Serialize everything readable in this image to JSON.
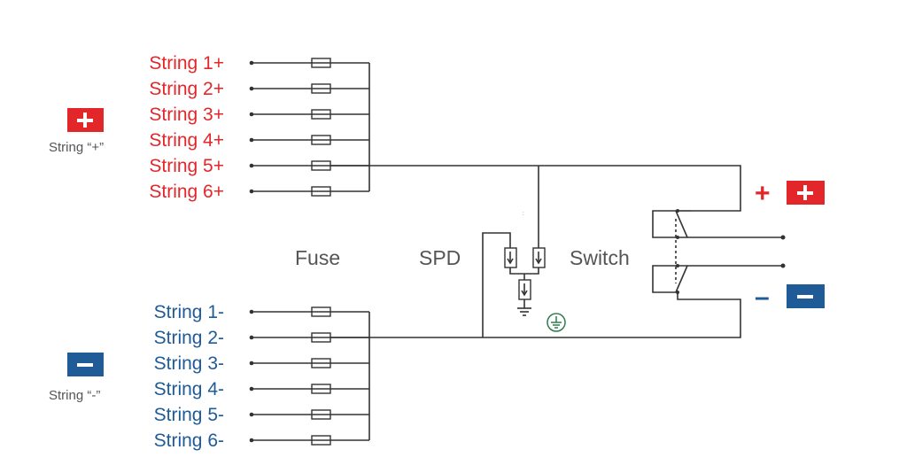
{
  "positive_strings": [
    "String 1+",
    "String 2+",
    "String 3+",
    "String 4+",
    "String 5+",
    "String 6+"
  ],
  "negative_strings": [
    "String 1-",
    "String 2-",
    "String 3-",
    "String 4-",
    "String 5-",
    "String 6-"
  ],
  "string_plus_label": "String “+”",
  "string_minus_label": "String “-”",
  "sections": {
    "fuse": "Fuse",
    "spd": "SPD",
    "switch": "Switch"
  },
  "output_plus_sign": "+",
  "output_minus_sign": "–",
  "colors": {
    "positive": "#e3262a",
    "negative": "#1f5b97",
    "wire": "#333333",
    "ground": "#2e7d4f"
  },
  "icons": {
    "plus_badge": "plus-badge-icon",
    "minus_badge": "minus-badge-icon",
    "ground": "ground-icon",
    "earth": "protective-earth-icon"
  }
}
